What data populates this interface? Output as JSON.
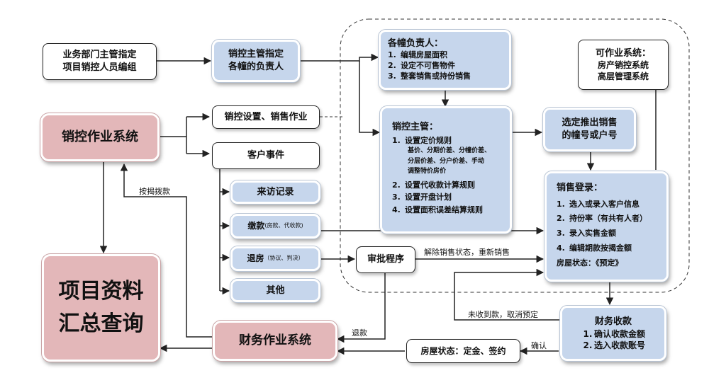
{
  "nodes": {
    "dept_assign": {
      "line1": "业务部门主管指定",
      "line2": "项目销控人员编组"
    },
    "sales_ctrl_assign": {
      "line1": "销控主管指定",
      "line2": "各幢的负责人"
    },
    "bldg_head": {
      "title": "各幢负责人：",
      "items": [
        {
          "num": "1.",
          "text": "编辑房屋面积"
        },
        {
          "num": "2.",
          "text": "设定不可售物件"
        },
        {
          "num": "3.",
          "text": "整套销售或持份销售"
        }
      ]
    },
    "op_system": {
      "line1": "可作业系统：",
      "line2": "房产销控系统",
      "line3": "高层管理系统"
    },
    "sales_system": {
      "label": "销控作业系统"
    },
    "sales_setup": {
      "label": "销控设置、销售作业"
    },
    "customer_events": {
      "label": "客户事件"
    },
    "sales_manager": {
      "title": "销控主管：",
      "item1": {
        "num": "1.",
        "text": "设置定价规则"
      },
      "item1_detail": [
        "基价、分期价差、分幢价差、",
        "分层价差、分户价差、手动",
        "调整特价房价"
      ],
      "items": [
        {
          "num": "2.",
          "text": "设置代收款计算规则"
        },
        {
          "num": "3.",
          "text": "设置开盘计划"
        },
        {
          "num": "4.",
          "text": "设置面积误差结算规则"
        }
      ]
    },
    "select_unit": {
      "line1": "选定推出销售",
      "line2": "的幢号或户号"
    },
    "visit_record": {
      "label": "来访记录"
    },
    "payment": {
      "label": "缴款",
      "note": "(房款、代收款)"
    },
    "refund_house": {
      "label": "退房",
      "note": "（协议、判决）"
    },
    "other": {
      "label": "其他"
    },
    "approval": {
      "label": "审批程序"
    },
    "sales_login": {
      "title": "销售登录：",
      "items": [
        {
          "num": "1.",
          "text": "选入或录入客户信息"
        },
        {
          "num": "2.",
          "text": "持份率（有共有人者）"
        },
        {
          "num": "3.",
          "text": "录入实售金额"
        },
        {
          "num": "4.",
          "text": "编辑期款按揭金额"
        }
      ],
      "status": "房屋状态：《预定》"
    },
    "project_query": {
      "line1": "项目资料",
      "line2": "汇总查询"
    },
    "finance_system": {
      "label": "财务作业系统"
    },
    "finance_receipt": {
      "title": "财务收款",
      "items": [
        {
          "num": "1.",
          "text": "确认收款金额"
        },
        {
          "num": "2.",
          "text": "选入收款账号"
        }
      ]
    },
    "house_status": {
      "label": "房屋状态：定金、签约"
    }
  },
  "edge_labels": {
    "mortgage_disbursement": "按揭拨款",
    "release_resell": "解除销售状态，重新销售",
    "unpaid_cancel": "未收到款，取消预定",
    "refund": "退款",
    "confirm": "确认"
  },
  "colors": {
    "blue_box": "#c6d6ec",
    "pink_box": "#e3b7b9",
    "line": "#222222"
  }
}
